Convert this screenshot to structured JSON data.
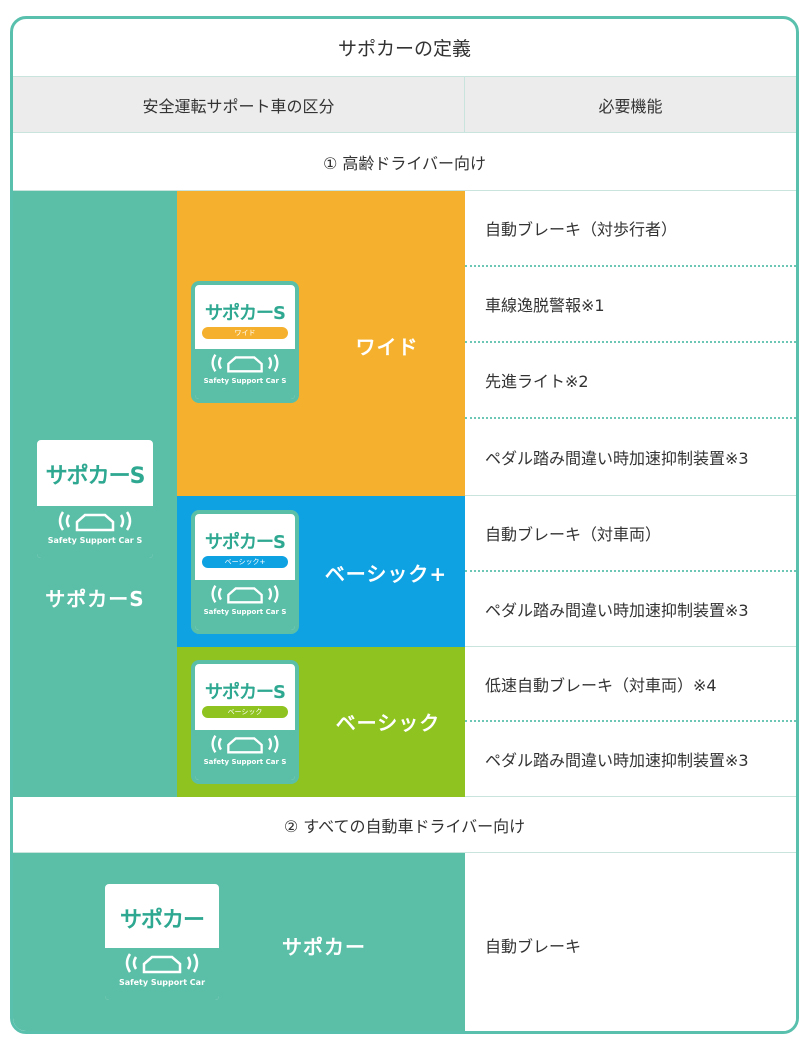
{
  "title": "サポカーの定義",
  "header": {
    "left": "安全運転サポート車の区分",
    "right": "必要機能"
  },
  "sections": {
    "first": "① 高齢ドライバー向け",
    "second": "② すべての自動車ドライバー向け"
  },
  "categories": {
    "main": {
      "label": "サポカーS",
      "logo_text": "サポカーS",
      "logo_footer": "Safety Support Car S"
    },
    "wide": {
      "label": "ワイド",
      "logo_text": "サポカーS",
      "logo_tag": "ワイド",
      "logo_footer": "Safety Support Car S",
      "features": [
        "自動ブレーキ（対歩行者）",
        "車線逸脱警報※1",
        "先進ライト※2",
        "ペダル踏み間違い時加速抑制装置※3"
      ]
    },
    "basic_plus": {
      "label": "ベーシック+",
      "logo_text": "サポカーS",
      "logo_tag": "ベーシック+",
      "logo_footer": "Safety Support Car S",
      "features": [
        "自動ブレーキ（対車両）",
        "ペダル踏み間違い時加速抑制装置※3"
      ]
    },
    "basic": {
      "label": "ベーシック",
      "logo_text": "サポカーS",
      "logo_tag": "ベーシック",
      "logo_footer": "Safety Support Car S",
      "features": [
        "低速自動ブレーキ（対車両）※4",
        "ペダル踏み間違い時加速抑制装置※3"
      ]
    },
    "supocar": {
      "label": "サポカー",
      "logo_text": "サポカー",
      "logo_footer": "Safety Support Car",
      "features": [
        "自動ブレーキ"
      ]
    }
  },
  "colors": {
    "teal": "#5bbfa7",
    "orange": "#f5b12e",
    "blue": "#0ea2e3",
    "green": "#8fc31f"
  },
  "icons": [
    "wifi-signal-icon",
    "car-icon",
    "radar-wave-icon"
  ]
}
